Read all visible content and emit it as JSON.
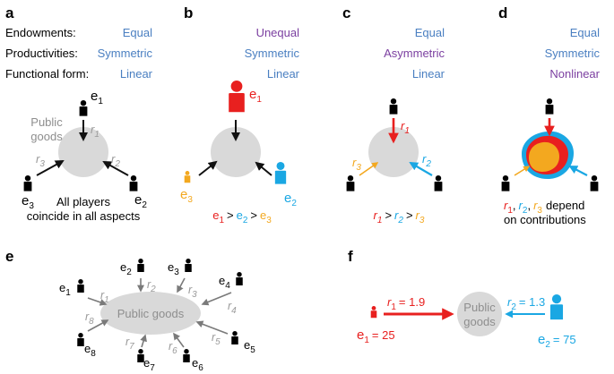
{
  "panels": {
    "a": {
      "letter": "a",
      "row_labels": [
        "Endowments:",
        "Productivities:",
        "Functional form:"
      ],
      "values": [
        "Equal",
        "Symmetric",
        "Linear"
      ],
      "pg_line1": "Public",
      "pg_line2": "goods",
      "caption_line1": "All players",
      "caption_line2": "coincide in all aspects"
    },
    "b": {
      "letter": "b",
      "values": [
        "Unequal",
        "Symmetric",
        "Linear"
      ]
    },
    "c": {
      "letter": "c",
      "values": [
        "Equal",
        "Asymmetric",
        "Linear"
      ]
    },
    "d": {
      "letter": "d",
      "values": [
        "Equal",
        "Symmetric",
        "Nonlinear"
      ],
      "caption_line1_tail": "depend",
      "caption_line2": "on contributions"
    },
    "e": {
      "letter": "e",
      "pg_label": "Public goods"
    },
    "f": {
      "letter": "f",
      "r1_value": "= 1.9",
      "r2_value": "= 1.3",
      "e1_value": "= 25",
      "e2_value": "= 75",
      "pg_line1": "Public",
      "pg_line2": "goods"
    }
  },
  "symbols": {
    "e": "e",
    "r": "r",
    "gt": ">",
    "comma": ",",
    "sub1": "1",
    "sub2": "2",
    "sub3": "3",
    "sub4": "4",
    "sub5": "5",
    "sub6": "6",
    "sub7": "7",
    "sub8": "8"
  },
  "colors": {
    "equal_blue": "#4a7fc1",
    "different_purple": "#7b3fa0",
    "player1_red": "#e8201f",
    "player2_cyan": "#1aa7e3",
    "player3_orange": "#f3a81f",
    "public_goods_grey": "#d9d9d9"
  }
}
